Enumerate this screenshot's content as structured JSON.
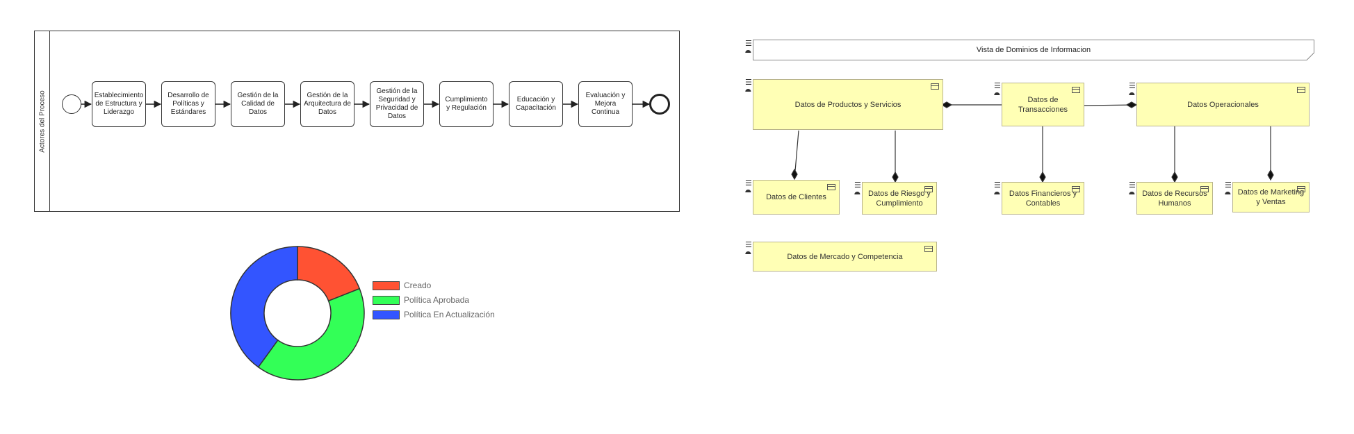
{
  "process": {
    "lane_label": "Actores del Proceso",
    "tasks": [
      "Establecimiento de Estructura y Liderazgo",
      "Desarrollo de Políticas y Estándares",
      "Gestión de la Calidad de Datos",
      "Gestión de la Arquitectura de Datos",
      "Gestión de la Seguridad y Privacidad de Datos",
      "Cumplimiento y Regulación",
      "Educación y Capacitación",
      "Evaluación y Mejora Continua"
    ]
  },
  "chart_data": {
    "type": "pie",
    "donut": true,
    "title": "",
    "categories": [
      "Creado",
      "Política Aprobada",
      "Política En Actualización"
    ],
    "values": [
      19,
      41,
      40
    ],
    "colors": [
      "#ff5233",
      "#33ff57",
      "#3355ff"
    ],
    "legend_position": "right"
  },
  "archimate": {
    "view_title": "Vista de Dominios de Informacion",
    "objects": {
      "productos": "Datos de Productos y Servicios",
      "transacciones": "Datos de Transacciones",
      "operacionales": "Datos Operacionales",
      "clientes": "Datos de Clientes",
      "riesgo": "Datos de Riesgo y Cumplimiento",
      "financieros": "Datos Financieros y Contables",
      "rrhh": "Datos de Recursos Humanos",
      "marketing": "Datos de Marketing y Ventas",
      "mercado": "Datos de Mercado y Competencia"
    }
  },
  "icons": {
    "menu_glyph": "☰",
    "tree_glyph": "⯊"
  }
}
